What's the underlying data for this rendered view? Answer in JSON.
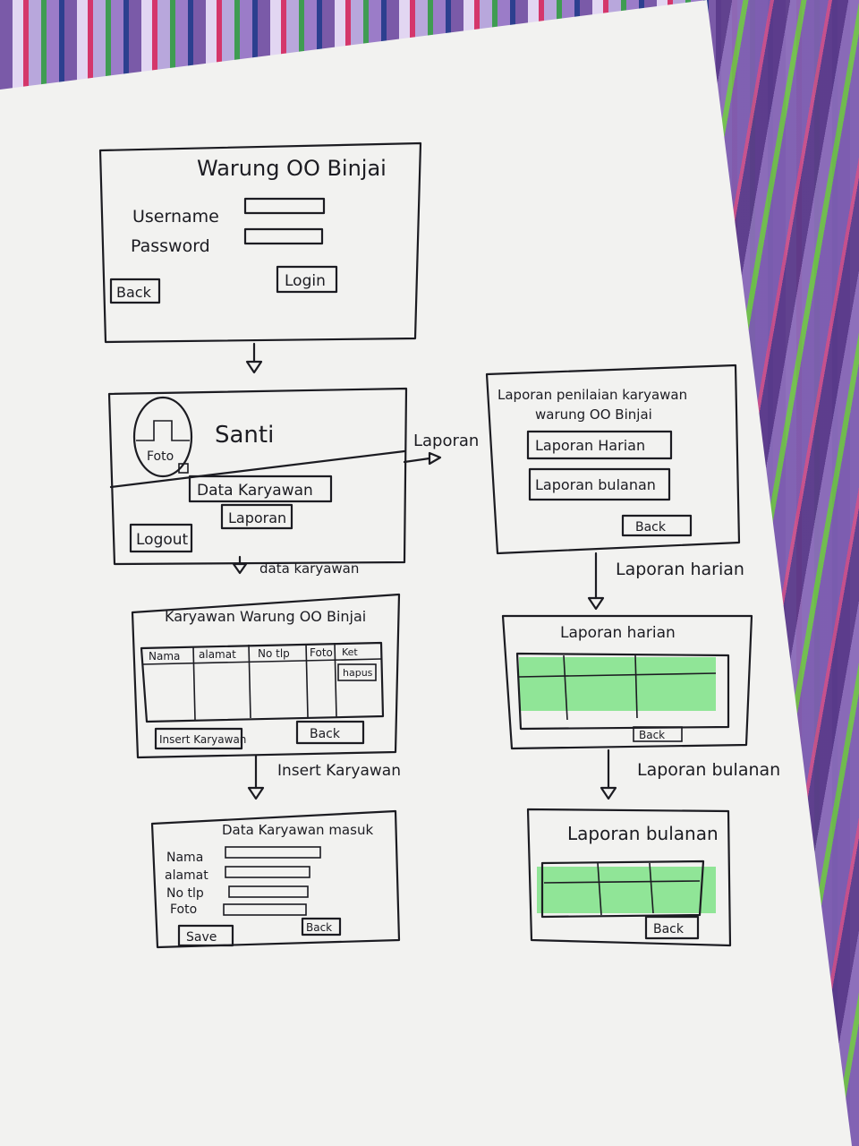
{
  "login": {
    "title": "Warung OO Binjai",
    "username_label": "Username",
    "password_label": "Password",
    "back_label": "Back",
    "login_label": "Login"
  },
  "home": {
    "foto_label": "Foto",
    "user_name": "Santi",
    "data_karyawan_label": "Data Karyawan",
    "laporan_label": "Laporan",
    "logout_label": "Logout"
  },
  "arrows": {
    "to_laporan": "Laporan",
    "to_data_karyawan": "data karyawan",
    "to_insert_karyawan": "Insert Karyawan",
    "to_laporan_harian": "Laporan harian",
    "to_laporan_bulanan": "Laporan bulanan"
  },
  "karyawan_list": {
    "title": "Karyawan Warung OO Binjai",
    "columns": [
      "Nama",
      "alamat",
      "No tlp",
      "Foto",
      "Ket"
    ],
    "hapus_label": "hapus",
    "insert_label": "Insert Karyawan",
    "back_label": "Back"
  },
  "insert_form": {
    "title": "Data Karyawan masuk",
    "fields": [
      "Nama",
      "alamat",
      "No tlp",
      "Foto"
    ],
    "save_label": "Save",
    "back_label": "Back"
  },
  "laporan_menu": {
    "title_line1": "Laporan penilaian karyawan",
    "title_line2": "warung OO Binjai",
    "harian_label": "Laporan Harian",
    "bulanan_label": "Laporan bulanan",
    "back_label": "Back"
  },
  "laporan_harian": {
    "title": "Laporan harian",
    "back_label": "Back"
  },
  "laporan_bulanan": {
    "title": "Laporan bulanan",
    "back_label": "Back"
  },
  "colors": {
    "ink": "#1c1c22",
    "paper": "#f2f2f0",
    "highlight": "#6fe07a"
  }
}
